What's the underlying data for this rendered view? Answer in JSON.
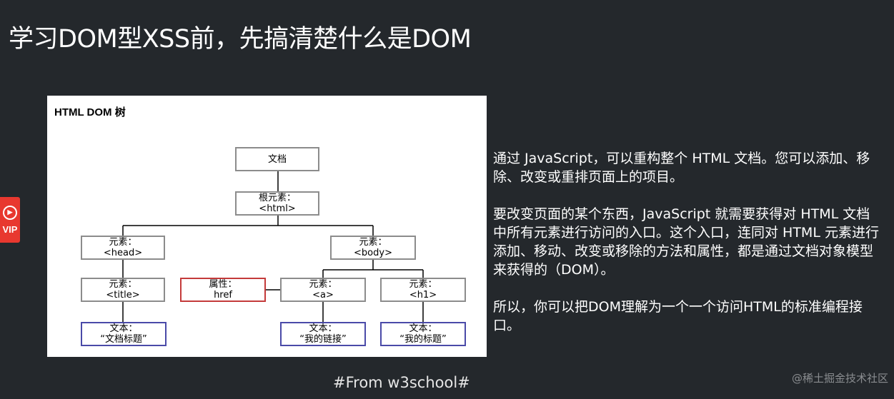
{
  "slide": {
    "title": "学习DOM型XSS前，先搞清楚什么是DOM",
    "source_note": "#From w3school#",
    "watermark": "@稀土掘金技术社区",
    "vip_badge": "VIP"
  },
  "diagram": {
    "heading": "HTML DOM 树",
    "nodes": {
      "document": {
        "line1": "文档",
        "line2": ""
      },
      "html": {
        "line1": "根元素：",
        "line2": "<html>"
      },
      "head": {
        "line1": "元素：",
        "line2": "<head>"
      },
      "body": {
        "line1": "元素：",
        "line2": "<body>"
      },
      "title": {
        "line1": "元素：",
        "line2": "<title>"
      },
      "href": {
        "line1": "属性：",
        "line2": "href"
      },
      "a": {
        "line1": "元素：",
        "line2": "<a>"
      },
      "h1": {
        "line1": "元素：",
        "line2": "<h1>"
      },
      "title_text": {
        "line1": "文本：",
        "line2": "“文档标题”"
      },
      "a_text": {
        "line1": "文本：",
        "line2": "“我的链接”"
      },
      "h1_text": {
        "line1": "文本：",
        "line2": "“我的标题”"
      }
    }
  },
  "description": {
    "paragraphs": [
      "通过 JavaScript，可以重构整个 HTML 文档。您可以添加、移除、改变或重排页面上的项目。",
      "要改变页面的某个东西，JavaScript 就需要获得对 HTML 文档中所有元素进行访问的入口。这个入口，连同对 HTML 元素进行添加、移动、改变或移除的方法和属性，都是通过文档对象模型来获得的（DOM）。",
      "所以，你可以把DOM理解为一个一个访问HTML的标准编程接口。"
    ]
  }
}
